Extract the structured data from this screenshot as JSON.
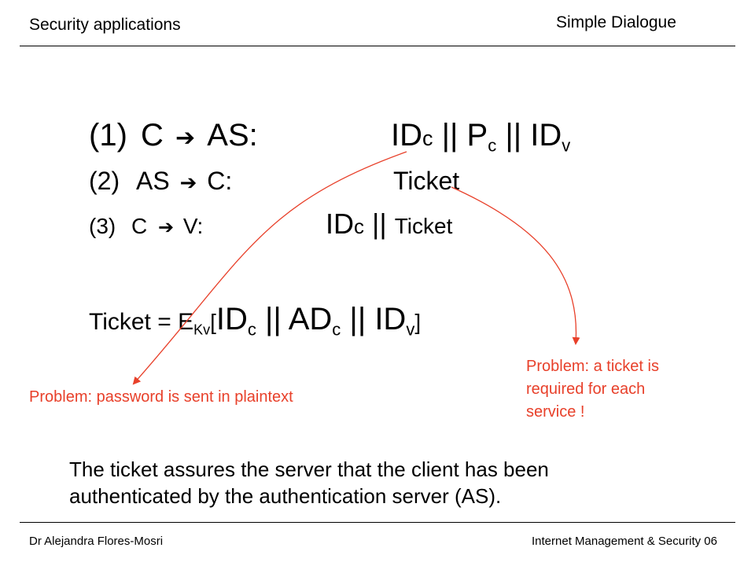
{
  "header": {
    "left": "Security applications",
    "right": "Simple Dialogue"
  },
  "steps": [
    {
      "num": "(1)",
      "from": "C",
      "arrow": "➔",
      "to": "AS:",
      "msg_id": "ID",
      "msg_id_sub": "c",
      "sep1": "|| P",
      "p_sub": "c",
      "sep2": "|| ID",
      "v_sub": "v"
    },
    {
      "num": "(2)",
      "from": "AS",
      "arrow": "➔",
      "to": "C:",
      "msg": "Ticket"
    },
    {
      "num": "(3)",
      "from": "C",
      "arrow": "➔",
      "to": "V:",
      "msg_id": "ID",
      "msg_id_sub": "c",
      "sep": "||",
      "msg": "Ticket"
    }
  ],
  "ticket_def": {
    "lhs": "Ticket = E",
    "key_sub": "Kv",
    "open": "[",
    "id": "ID",
    "id_sub": "c",
    "sep1": "|| AD",
    "ad_sub": "c",
    "sep2": "|| ID",
    "v_sub": "v",
    "close": "]"
  },
  "annotations": {
    "left_problem": "Problem: password is sent in plaintext",
    "right_problem_lines": [
      "Problem: a ticket is",
      "required for each",
      "service !"
    ]
  },
  "summary_lines": [
    "The ticket assures the server that the client has been",
    "authenticated by the authentication server (AS)."
  ],
  "footer": {
    "left": "Dr Alejandra Flores-Mosri",
    "right": "Internet Management & Security 06"
  },
  "colors": {
    "annotation": "#e8402a",
    "text": "#000000"
  }
}
